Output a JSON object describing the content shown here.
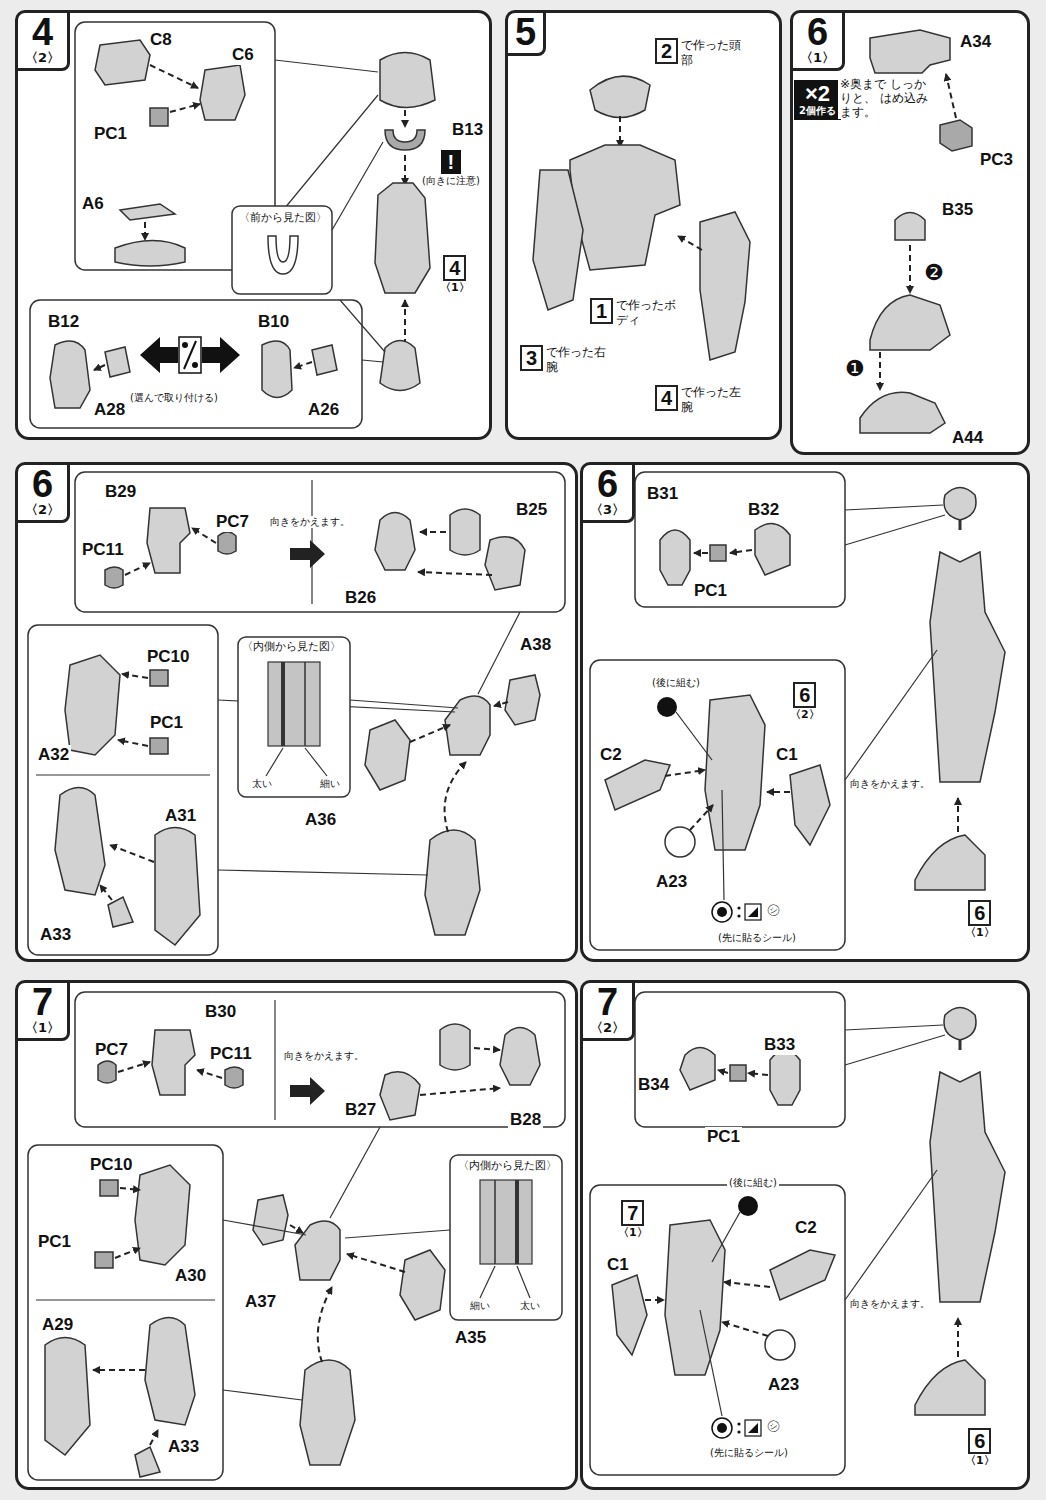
{
  "diagram": {
    "nodes": [
      {
        "text": [
          "4",
          "〈2〉"
        ]
      },
      {
        "text": [
          "!",
          "(向きに注意)"
        ],
        "in": 0
      },
      {
        "text": [
          "4",
          "〈1〉"
        ],
        "in": 0
      },
      {
        "text": [
          "5"
        ]
      },
      {
        "text": [
          "2",
          "で作った頭部"
        ],
        "in": 3
      },
      {
        "text": [
          "1",
          "で作ったボディ"
        ],
        "in": 3
      },
      {
        "text": [
          "3",
          "で作った右腕"
        ],
        "in": 3
      },
      {
        "text": [
          "4",
          "で作った左腕"
        ],
        "in": 3
      },
      {
        "text": [
          "6",
          "〈1〉"
        ]
      },
      {
        "text": [
          "×2",
          "2個作る"
        ],
        "in": 8
      },
      {
        "text": [
          "6",
          "〈2〉"
        ]
      },
      {
        "text": [
          "6",
          "〈3〉"
        ]
      },
      {
        "text": [
          "6",
          "〈2〉"
        ],
        "in": 11
      },
      {
        "text": [
          "6",
          "〈1〉"
        ],
        "in": 11
      },
      {
        "text": [
          "7",
          "〈1〉"
        ]
      },
      {
        "text": [
          "7",
          "〈2〉"
        ]
      },
      {
        "text": [
          "7",
          "〈1〉"
        ],
        "in": 15
      },
      {
        "text": [
          "6",
          "〈1〉"
        ],
        "in": 15
      }
    ],
    "labels": [
      "C8",
      "C6",
      "PC1",
      "A6",
      "B13",
      "〈前から見た図〉",
      "B12",
      "B10",
      "A28",
      "A26",
      "(選んで取り付ける)",
      "A34",
      "※奥まで しっかりと、 はめ込みます。",
      "PC3",
      "B35",
      "❷",
      "❶",
      "A44",
      "B29",
      "PC7",
      "PC11",
      "向きをかえます。",
      "B25",
      "B26",
      "A38",
      "PC10",
      "PC1",
      "A32",
      "〈内側から見た図〉",
      "太い",
      "細い",
      "A36",
      "A31",
      "A33",
      "B31",
      "B32",
      "PC1",
      "(後に組む)",
      "C2",
      "C1",
      "A23",
      "㋛",
      "(先に貼るシール)",
      "向きをかえます。",
      "PC7",
      "B30",
      "PC11",
      "向きをかえます。",
      "B27",
      "B28",
      "PC10",
      "PC1",
      "A30",
      "〈内側から見た図〉",
      "細い",
      "太い",
      "A37",
      "A35",
      "A29",
      "A33",
      "B33",
      "B34",
      "PC1",
      "(後に組む)",
      "C1",
      "C2",
      "A23",
      "㋛",
      "(先に貼るシール)",
      "向きをかえます。"
    ]
  }
}
